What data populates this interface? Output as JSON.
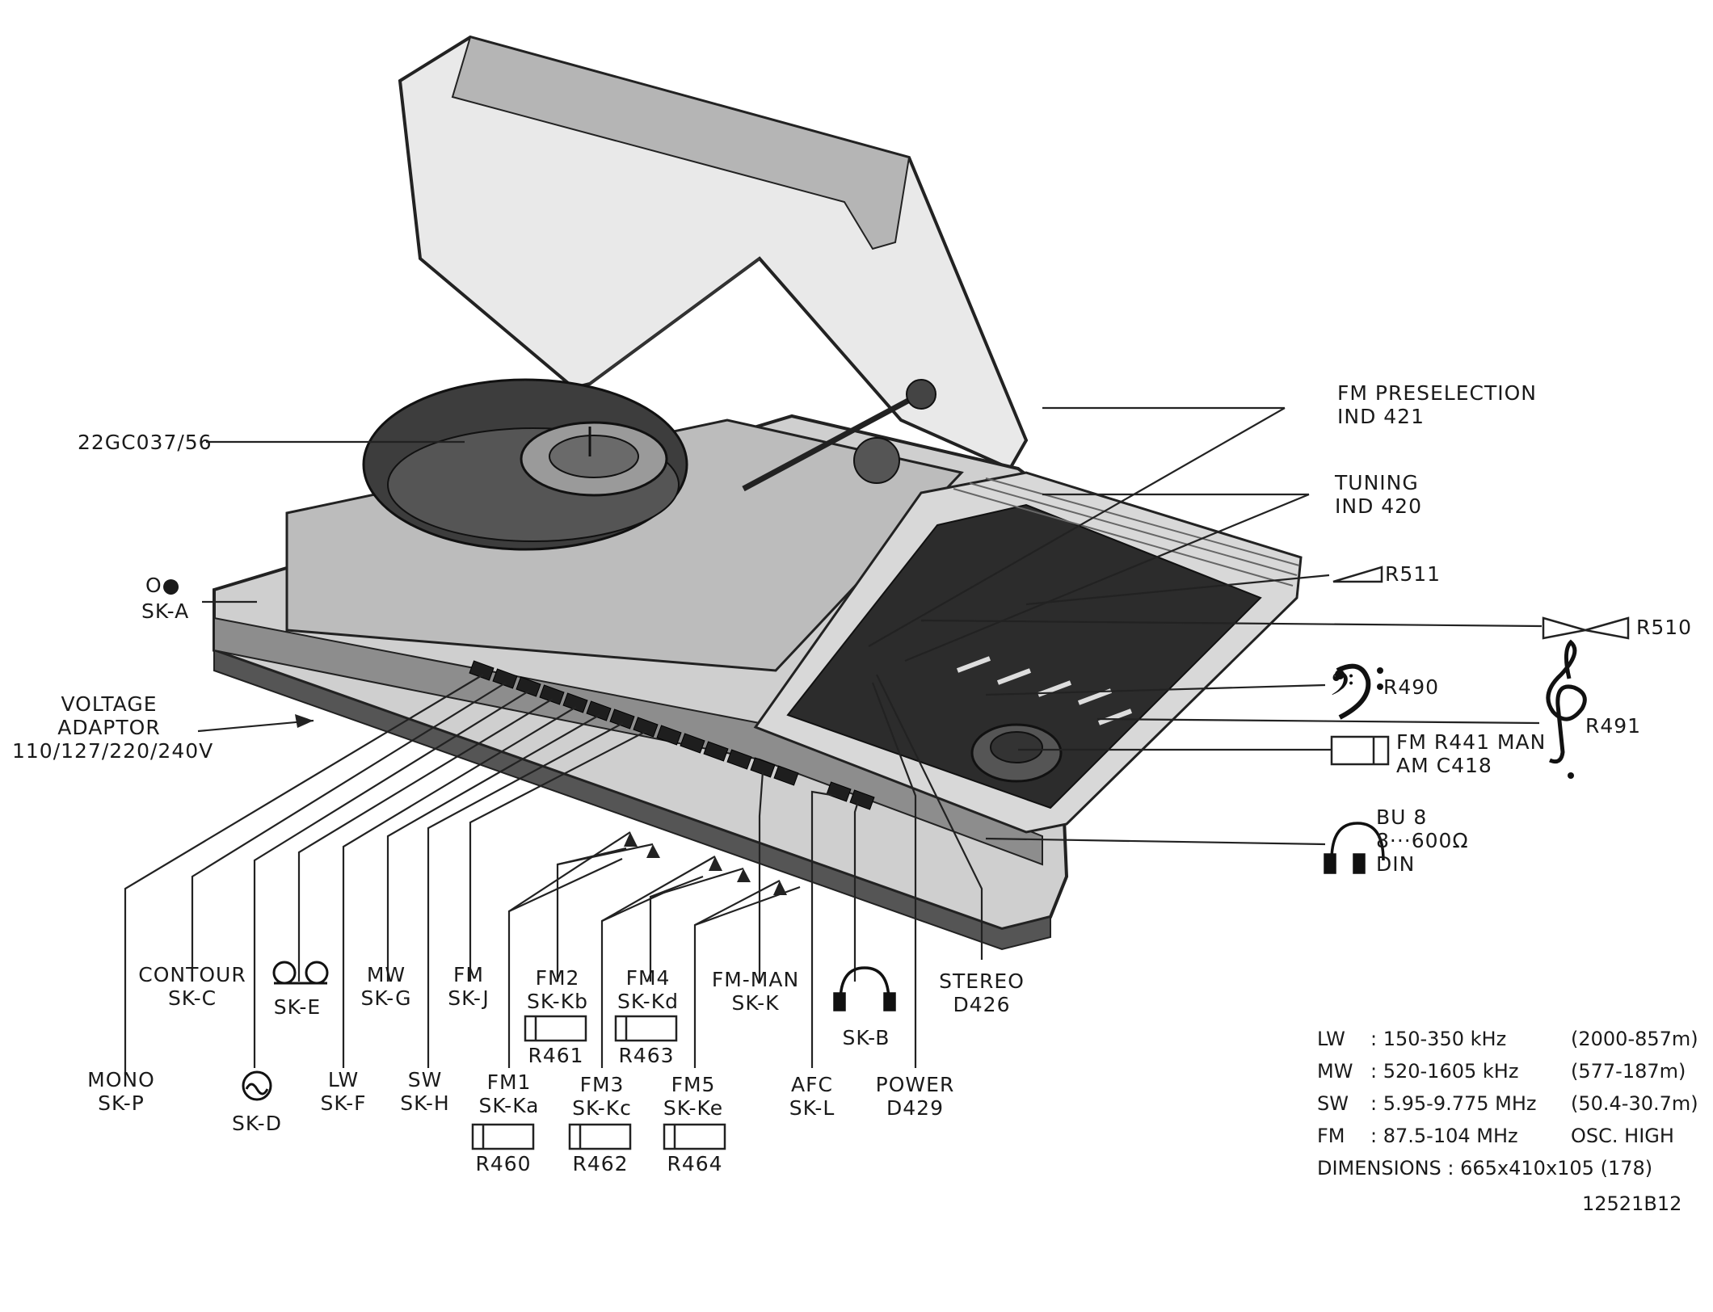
{
  "labels": {
    "model": "22GC037/56",
    "ska_sym": "O●",
    "ska": "SK-A",
    "voltage": [
      "VOLTAGE",
      "ADAPTOR",
      "110/127/220/240V"
    ],
    "fm_presel": [
      "FM PRESELECTION",
      "IND 421"
    ],
    "tuning": [
      "TUNING",
      "IND 420"
    ],
    "r511": "R511",
    "r510": "R510",
    "r490": "R490",
    "r491": "R491",
    "fm_man_r": [
      "FM R441 MAN",
      "AM C418"
    ],
    "headphone": [
      "BU 8",
      "8···600Ω",
      "DIN"
    ],
    "mono": [
      "MONO",
      "SK-P"
    ],
    "contour": [
      "CONTOUR",
      "SK-C"
    ],
    "skd": "SK-D",
    "ske": "SK-E",
    "lw": [
      "LW",
      "SK-F"
    ],
    "mw": [
      "MW",
      "SK-G"
    ],
    "sw": [
      "SW",
      "SK-H"
    ],
    "fm": [
      "FM",
      "SK-J"
    ],
    "fm1": [
      "FM1",
      "SK-Ka"
    ],
    "fm2": [
      "FM2",
      "SK-Kb"
    ],
    "fm3": [
      "FM3",
      "SK-Kc"
    ],
    "fm4": [
      "FM4",
      "SK-Kd"
    ],
    "fm5": [
      "FM5",
      "SK-Ke"
    ],
    "fmman": [
      "FM-MAN",
      "SK-K"
    ],
    "afc": [
      "AFC",
      "SK-L"
    ],
    "skb": "SK-B",
    "power": [
      "POWER",
      "D429"
    ],
    "stereo": [
      "STEREO",
      "D426"
    ],
    "r460": "R460",
    "r461": "R461",
    "r462": "R462",
    "r463": "R463",
    "r464": "R464"
  },
  "specs": [
    {
      "band": "LW",
      "range": ": 150-350 kHz",
      "meters": "(2000-857m)"
    },
    {
      "band": "MW",
      "range": ": 520-1605 kHz",
      "meters": "(577-187m)"
    },
    {
      "band": "SW",
      "range": ": 5.95-9.775 MHz",
      "meters": "(50.4-30.7m)"
    },
    {
      "band": "FM",
      "range": ": 87.5-104 MHz",
      "meters": "OSC. HIGH"
    }
  ],
  "dimensions": "DIMENSIONS : 665x410x105 (178)",
  "figure_no": "12521B12"
}
